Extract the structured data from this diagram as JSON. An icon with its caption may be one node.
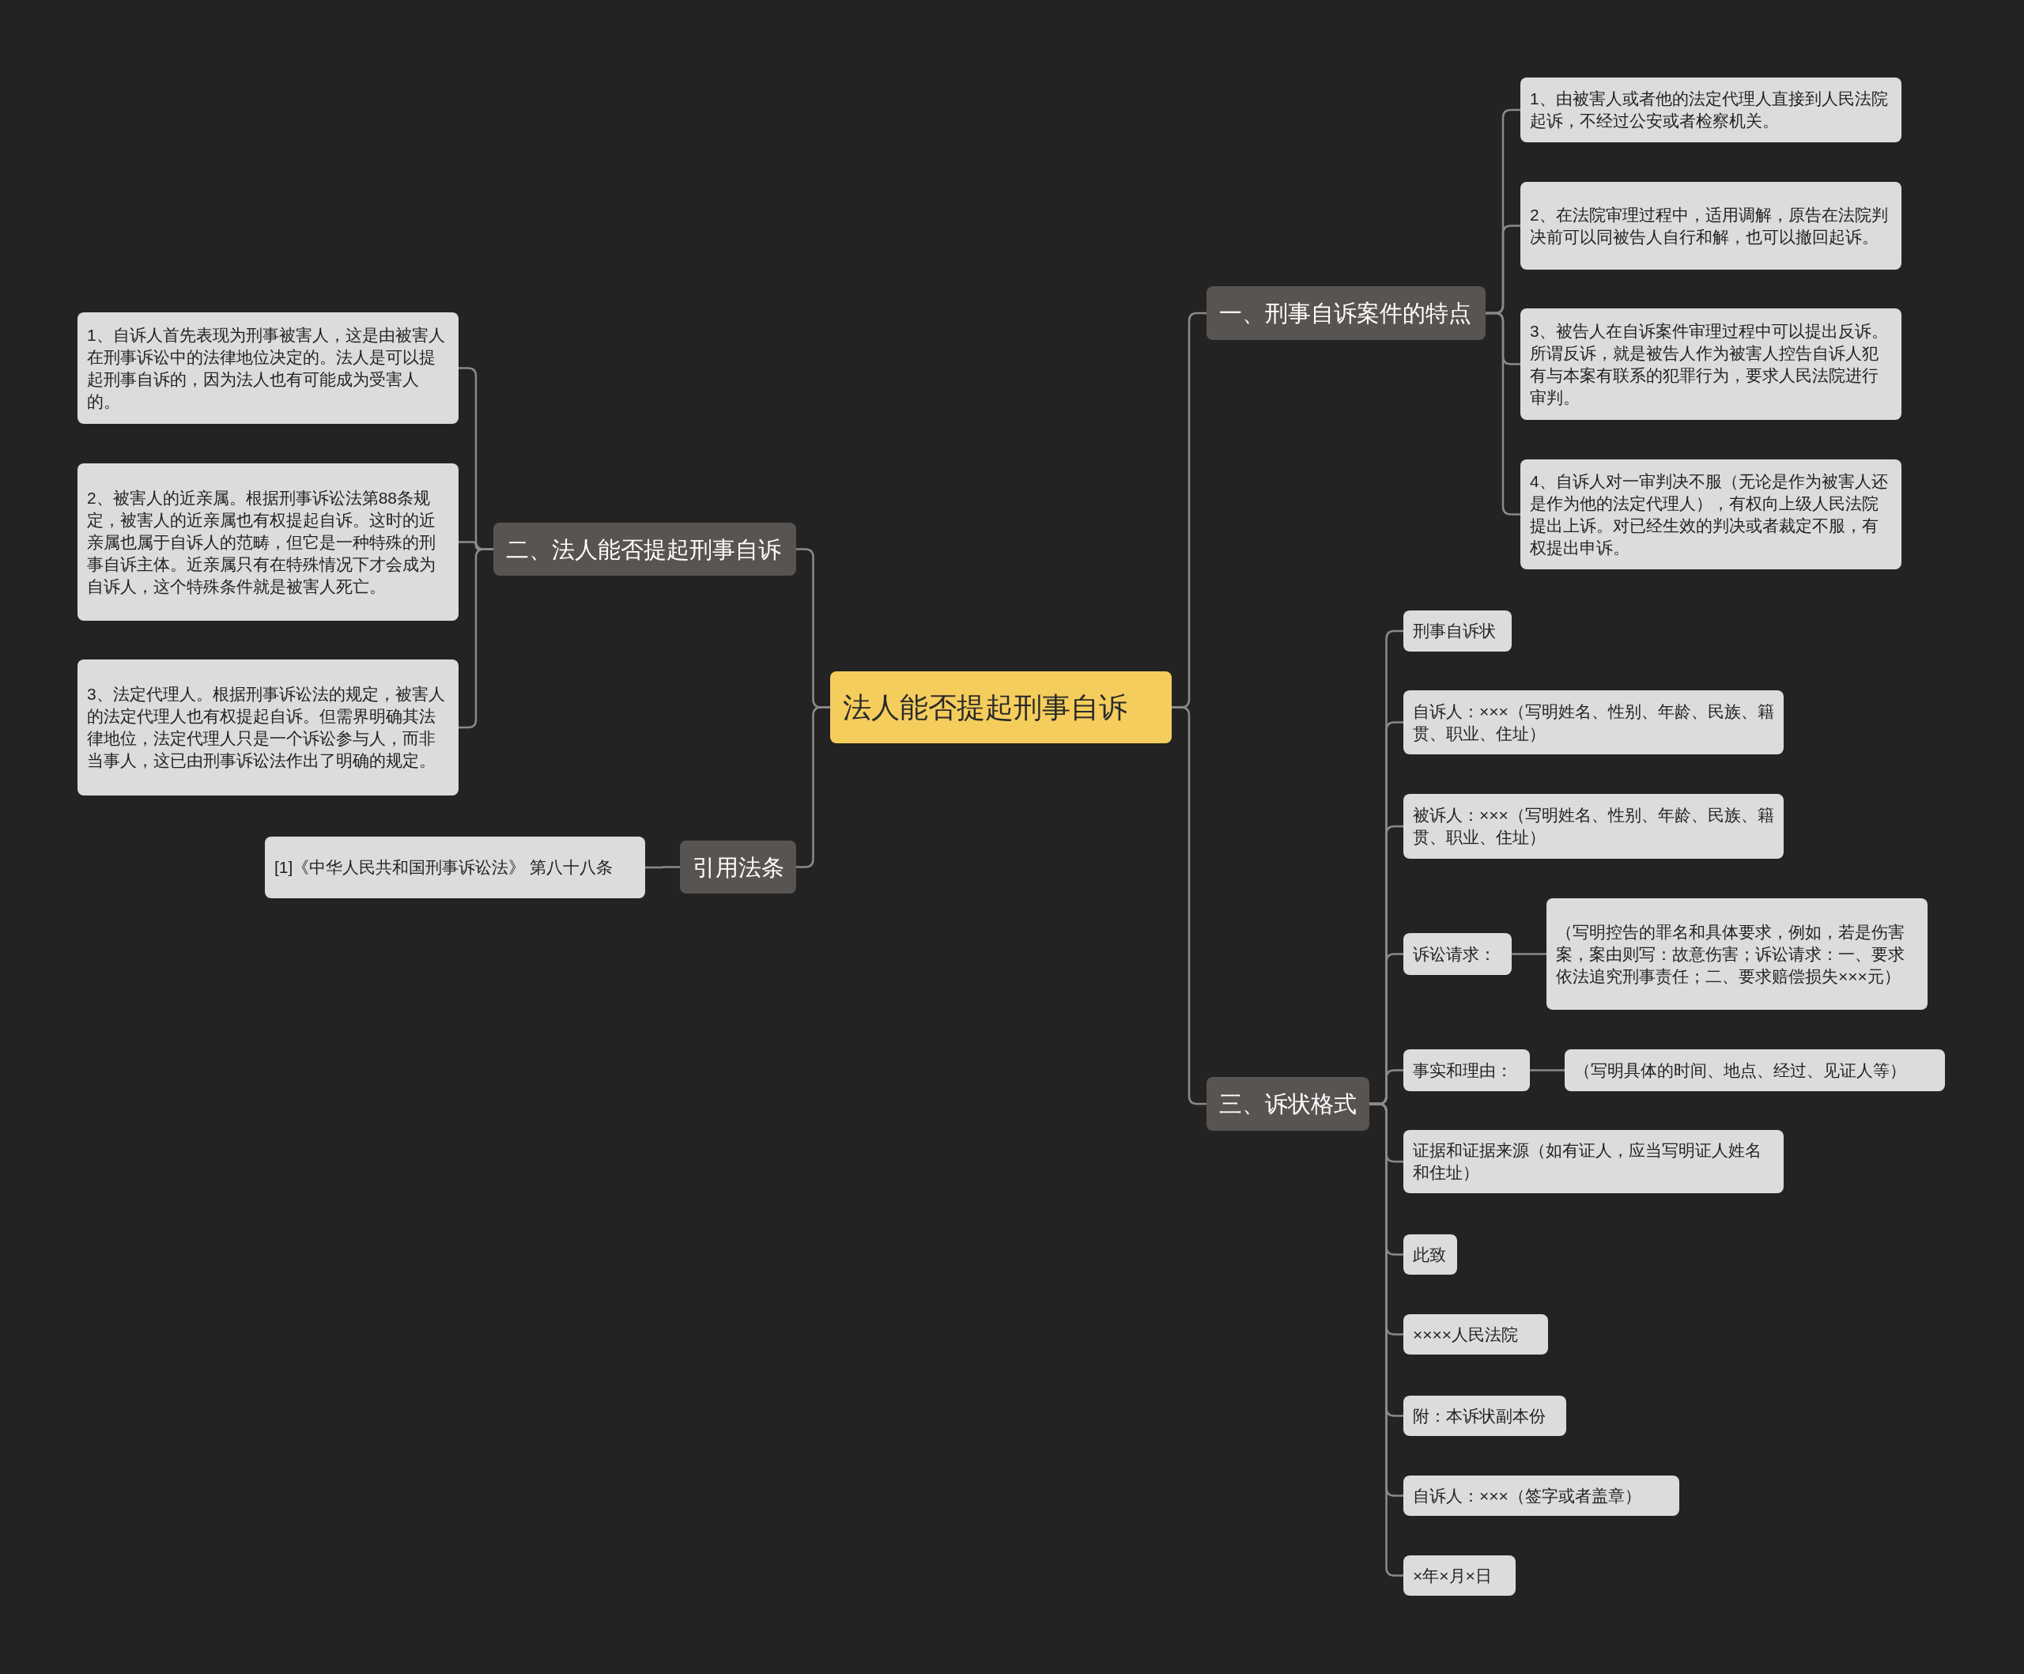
{
  "diagram": {
    "nodes": [
      {
        "text": [
          "法人能否提起刑事自诉"
        ]
      },
      {
        "text": [
          "一、刑事自诉案件的特点"
        ]
      },
      {
        "text": [
          "1、由被害人或者他的法定代理人直接到人民法院起诉，不经过公安或者检察机关。"
        ]
      },
      {
        "text": [
          "2、在法院审理过程中，适用调解，原告在法院判决前可以同被告人自行和解，也可以撤回起诉。"
        ]
      },
      {
        "text": [
          "3、被告人在自诉案件审理过程中可以提出反诉。所谓反诉，就是被告人作为被害人控告自诉人犯有与本案有联系的犯罪行为，要求人民法院进行审判。"
        ]
      },
      {
        "text": [
          "4、自诉人对一审判决不服（无论是作为被害人还是作为他的法定代理人），有权向上级人民法院提出上诉。对已经生效的判决或者裁定不服，有权提出申诉。"
        ]
      },
      {
        "text": [
          "二、法人能否提起刑事自诉"
        ]
      },
      {
        "text": [
          "1、自诉人首先表现为刑事被害人，这是由被害人在刑事诉讼中的法律地位决定的。法人是可以提起刑事自诉的，因为法人也有可能成为受害人的。"
        ]
      },
      {
        "text": [
          "2、被害人的近亲属。根据刑事诉讼法第88条规定，被害人的近亲属也有权提起自诉。这时的近亲属也属于自诉人的范畴，但它是一种特殊的刑事自诉主体。近亲属只有在特殊情况下才会成为自诉人，这个特殊条件就是被害人死亡。"
        ]
      },
      {
        "text": [
          "3、法定代理人。根据刑事诉讼法的规定，被害人的法定代理人也有权提起自诉。但需界明确其法律地位，法定代理人只是一个诉讼参与人，而非当事人，这已由刑事诉讼法作出了明确的规定。"
        ]
      },
      {
        "text": [
          "引用法条"
        ]
      },
      {
        "text": [
          "[1]《中华人民共和国刑事诉讼法》 第八十八条"
        ]
      },
      {
        "text": [
          "三、诉状格式"
        ]
      },
      {
        "text": [
          "刑事自诉状"
        ]
      },
      {
        "text": [
          "自诉人：×××（写明姓名、性别、年龄、民族、籍贯、职业、住址）"
        ]
      },
      {
        "text": [
          "被诉人：×××（写明姓名、性别、年龄、民族、籍贯、职业、住址）"
        ]
      },
      {
        "text": [
          "诉讼请求："
        ]
      },
      {
        "text": [
          "（写明控告的罪名和具体要求，例如，若是伤害案，案由则写：故意伤害；诉讼请求：一、要求依法追究刑事责任；二、要求赔偿损失×××元）"
        ]
      },
      {
        "text": [
          "事实和理由："
        ]
      },
      {
        "text": [
          "（写明具体的时间、地点、经过、见证人等）"
        ]
      },
      {
        "text": [
          "证据和证据来源（如有证人，应当写明证人姓名和住址）"
        ]
      },
      {
        "text": [
          "此致"
        ]
      },
      {
        "text": [
          "××××人民法院"
        ]
      },
      {
        "text": [
          "附：本诉状副本份"
        ]
      },
      {
        "text": [
          "自诉人：×××（签字或者盖章）"
        ]
      },
      {
        "text": [
          "×年×月×日"
        ]
      }
    ],
    "edges": [
      {
        "from": 0,
        "to": 1,
        "arrow": "none"
      },
      {
        "from": 1,
        "to": 2,
        "arrow": "none"
      },
      {
        "from": 1,
        "to": 3,
        "arrow": "none"
      },
      {
        "from": 1,
        "to": 4,
        "arrow": "none"
      },
      {
        "from": 1,
        "to": 5,
        "arrow": "none"
      },
      {
        "from": 0,
        "to": 6,
        "arrow": "none"
      },
      {
        "from": 6,
        "to": 7,
        "arrow": "none"
      },
      {
        "from": 6,
        "to": 8,
        "arrow": "none"
      },
      {
        "from": 6,
        "to": 9,
        "arrow": "none"
      },
      {
        "from": 0,
        "to": 10,
        "arrow": "none"
      },
      {
        "from": 10,
        "to": 11,
        "arrow": "none"
      },
      {
        "from": 0,
        "to": 12,
        "arrow": "none"
      },
      {
        "from": 12,
        "to": 13,
        "arrow": "none"
      },
      {
        "from": 12,
        "to": 14,
        "arrow": "none"
      },
      {
        "from": 12,
        "to": 15,
        "arrow": "none"
      },
      {
        "from": 12,
        "to": 16,
        "arrow": "none"
      },
      {
        "from": 16,
        "to": 17,
        "arrow": "none"
      },
      {
        "from": 12,
        "to": 18,
        "arrow": "none"
      },
      {
        "from": 18,
        "to": 19,
        "arrow": "none"
      },
      {
        "from": 12,
        "to": 20,
        "arrow": "none"
      },
      {
        "from": 12,
        "to": 21,
        "arrow": "none"
      },
      {
        "from": 12,
        "to": 22,
        "arrow": "none"
      },
      {
        "from": 12,
        "to": 23,
        "arrow": "none"
      },
      {
        "from": 12,
        "to": 24,
        "arrow": "none"
      },
      {
        "from": 12,
        "to": 25,
        "arrow": "none"
      }
    ]
  }
}
